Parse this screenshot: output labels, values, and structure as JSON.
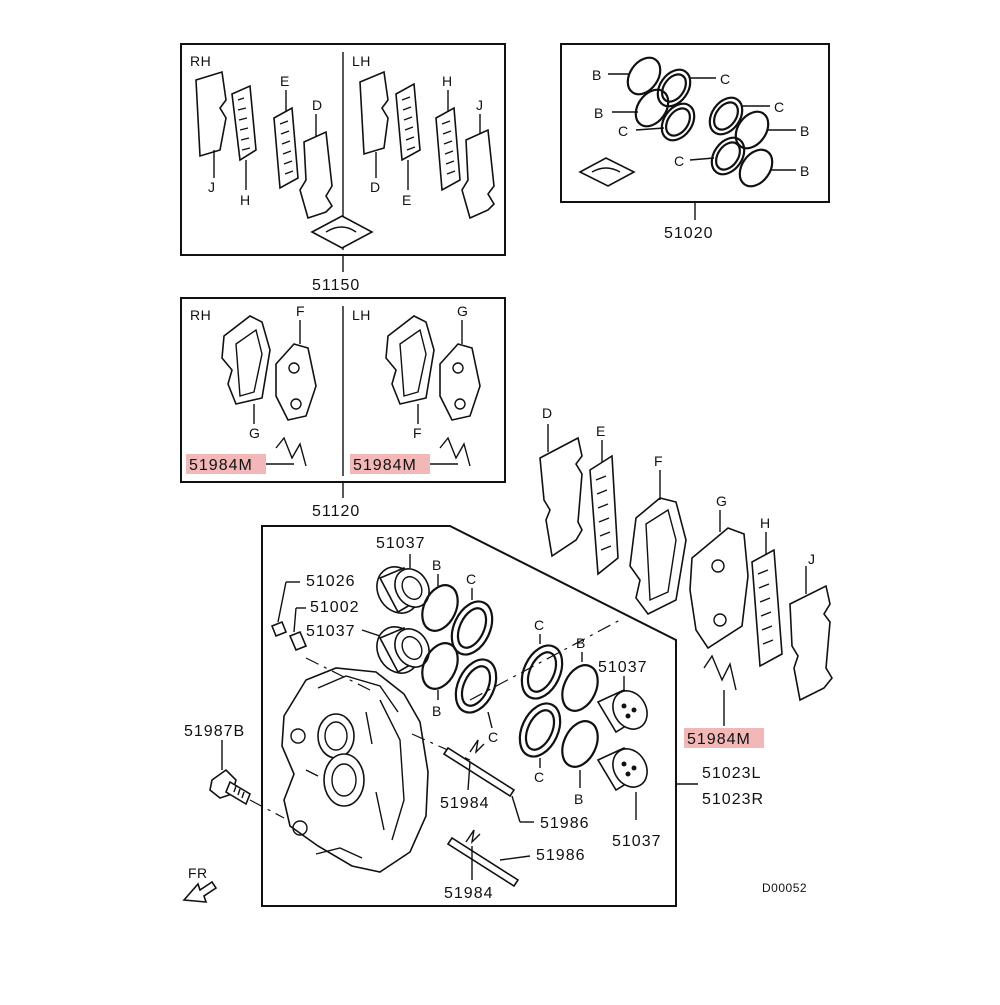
{
  "diagram_code": "D00052",
  "front_marker": "FR",
  "side_labels": {
    "rh": "RH",
    "lh": "LH"
  },
  "letters": {
    "b": "B",
    "c": "C",
    "d": "D",
    "e": "E",
    "f": "F",
    "g": "G",
    "h": "H",
    "j": "J"
  },
  "highlight_color": "#f2b8b8",
  "kits": {
    "shim_kit": "51150",
    "seal_kit": "51020",
    "pad_kit": "51120"
  },
  "parts": {
    "clip_highlighted": "51984M",
    "clip": "51984",
    "piston": "51037",
    "bleeder_cap": "51026",
    "bleeder_screw": "51002",
    "bolt": "51987B",
    "pin": "51986",
    "caliper_l": "51023L",
    "caliper_r": "51023R"
  }
}
